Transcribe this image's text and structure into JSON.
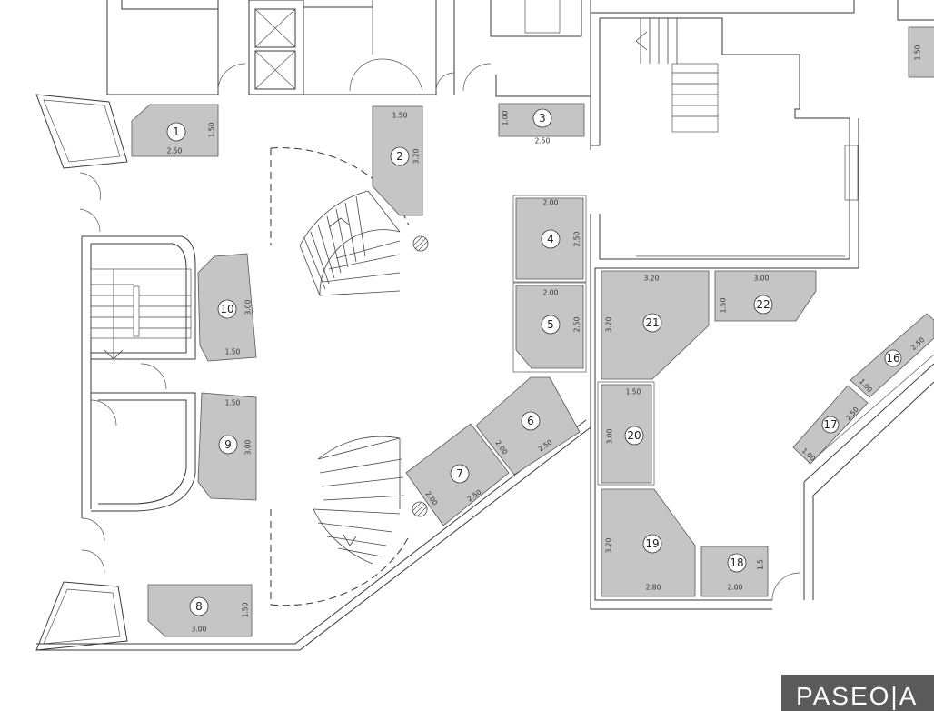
{
  "brand": {
    "text": "PASEO|A",
    "color": "#5a5a5a"
  },
  "colors": {
    "stall_fill": "#c5c5c5",
    "wall": "#3a3a3a",
    "background": "#ffffff"
  },
  "stalls": [
    {
      "id": "1",
      "number": "1",
      "width": "2.50",
      "depth": "1.50"
    },
    {
      "id": "2",
      "number": "2",
      "width": "1.50",
      "depth": "3.20"
    },
    {
      "id": "3",
      "number": "3",
      "width": "2.50",
      "depth": "1.00"
    },
    {
      "id": "4",
      "number": "4",
      "width": "2.00",
      "depth": "2.50"
    },
    {
      "id": "5",
      "number": "5",
      "width": "2.00",
      "depth": "2.50"
    },
    {
      "id": "6",
      "number": "6",
      "width": "2.50",
      "depth": "2.00"
    },
    {
      "id": "7",
      "number": "7",
      "width": "2.50",
      "depth": "2.00"
    },
    {
      "id": "8",
      "number": "8",
      "width": "3.00",
      "depth": "1.50"
    },
    {
      "id": "9",
      "number": "9",
      "width": "1.50",
      "depth": "3.00"
    },
    {
      "id": "10",
      "number": "10",
      "width": "1.50",
      "depth": "3.00"
    },
    {
      "id": "16",
      "number": "16",
      "width": "2.50",
      "depth": "1.00"
    },
    {
      "id": "17",
      "number": "17",
      "width": "2.50",
      "depth": "1.00"
    },
    {
      "id": "18",
      "number": "18",
      "width": "2.00",
      "depth": "1.5"
    },
    {
      "id": "19",
      "number": "19",
      "width": "2.80",
      "depth": "3.20"
    },
    {
      "id": "20",
      "number": "20",
      "width": "1.50",
      "depth": "3.00"
    },
    {
      "id": "21",
      "number": "21",
      "width": "3.20",
      "depth": "3.20"
    },
    {
      "id": "22",
      "number": "22",
      "width": "3.00",
      "depth": "1.50"
    }
  ],
  "top_right_label": "1.50"
}
